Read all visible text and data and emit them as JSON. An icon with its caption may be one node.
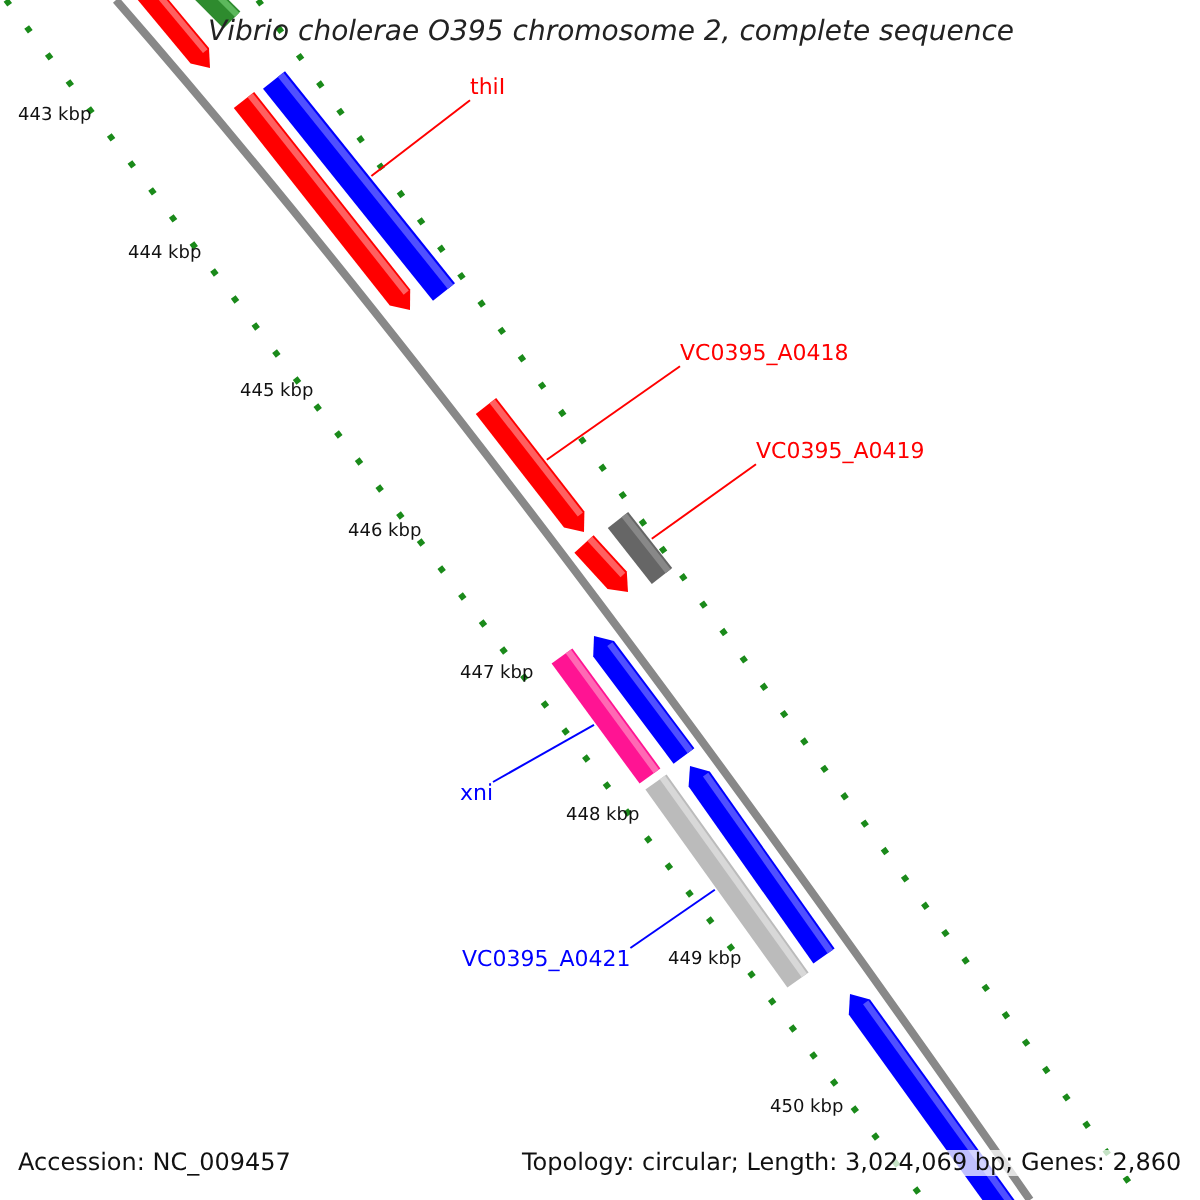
{
  "diagram": {
    "title": "Vibrio cholerae O395 chromosome 2, complete sequence",
    "nodes": [
      {
        "text": [
          "thiI"
        ]
      },
      {
        "text": [],
        "shape": "bar"
      },
      {
        "text": [
          "VC0395_A0418"
        ]
      },
      {
        "text": [],
        "shape": "bar"
      },
      {
        "text": [
          "VC0395_A0419"
        ]
      },
      {
        "text": [],
        "shape": "bar"
      },
      {
        "text": [
          "xni"
        ]
      },
      {
        "text": [],
        "shape": "bar"
      },
      {
        "text": [
          "VC0395_A0421"
        ]
      },
      {
        "text": [],
        "shape": "bar"
      },
      {
        "text": [],
        "shape": "bar"
      },
      {
        "text": [],
        "shape": "bar"
      },
      {
        "text": [],
        "shape": "bar"
      },
      {
        "text": [],
        "shape": "bar"
      },
      {
        "text": [],
        "shape": "bar"
      },
      {
        "text": [],
        "shape": "bar"
      },
      {
        "text": [],
        "shape": "bar"
      }
    ],
    "edges": [
      {
        "from": 0,
        "to": 1,
        "arrow": "none"
      },
      {
        "from": 2,
        "to": 3,
        "arrow": "none"
      },
      {
        "from": 4,
        "to": 5,
        "arrow": "none"
      },
      {
        "from": 6,
        "to": 7,
        "arrow": "none",
        "color": "#0000ff"
      },
      {
        "from": 8,
        "to": 9,
        "arrow": "none",
        "color": "#0000ff"
      }
    ],
    "labels": [
      "443 kbp",
      "444 kbp",
      "445 kbp",
      "446 kbp",
      "447 kbp",
      "448 kbp",
      "449 kbp",
      "450 kbp",
      "Accession: NC_009457",
      "Topology: circular; Length: 3,024,069 bp; Genes: 2,860"
    ]
  }
}
